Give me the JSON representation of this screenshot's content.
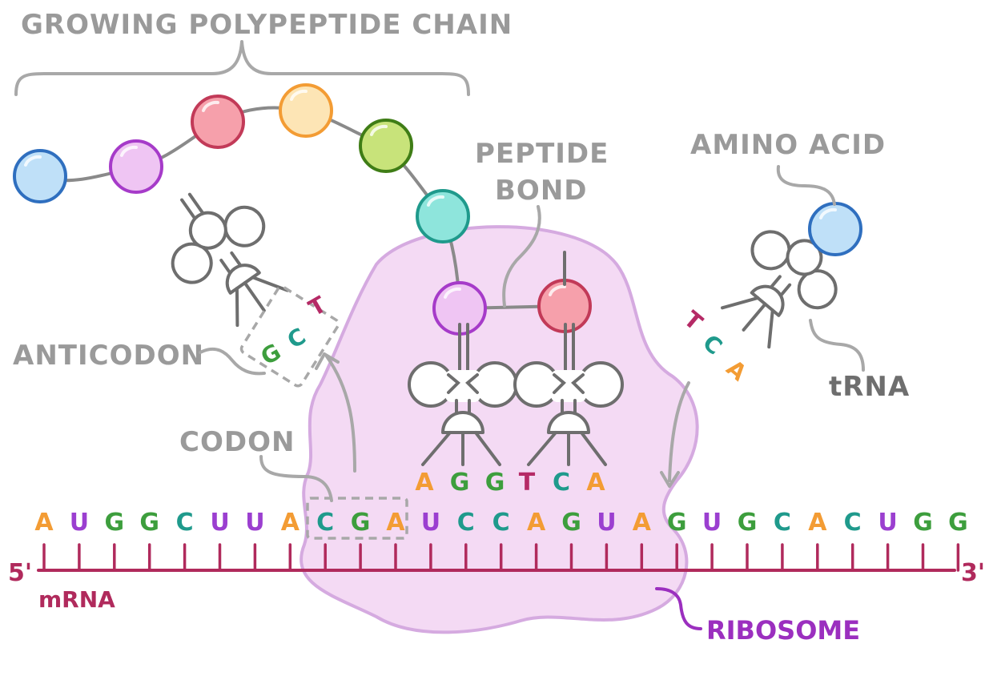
{
  "labels": {
    "chain": "GROWING POLYPEPTIDE CHAIN",
    "peptide_line1": "PEPTIDE",
    "peptide_line2": "BOND",
    "amino_acid": "AMINO ACID",
    "anticodon": "ANTICODON",
    "trna": "tRNA",
    "codon": "CODON",
    "five_prime": "5'",
    "three_prime": "3'",
    "mrna": "mRNA",
    "ribosome": "RIBOSOME"
  },
  "mrna_sequence": [
    "A",
    "U",
    "G",
    "G",
    "C",
    "U",
    "U",
    "A",
    "C",
    "G",
    "A",
    "U",
    "C",
    "C",
    "A",
    "G",
    "U",
    "A",
    "G",
    "U",
    "G",
    "C",
    "A",
    "C",
    "U",
    "G",
    "G"
  ],
  "left_trna_anticodon": [
    "G",
    "C",
    "T"
  ],
  "middle_trna_1_anticodon": [
    "A",
    "G",
    "G"
  ],
  "middle_trna_2_anticodon": [
    "T",
    "C",
    "A"
  ],
  "right_trna_anticodon": [
    "T",
    "C",
    "A"
  ],
  "colors": {
    "A": "#f39c34",
    "U": "#9b3fd0",
    "G": "#3d9e3d",
    "C": "#1f9a8c",
    "T": "#b52a66",
    "label": "#9a9a9a",
    "mrna": "#b02a5c",
    "ribosome_fill": "#f4d9f4",
    "ribosome_stroke": "#d3a6df",
    "ribosome_label": "#9b2fbf",
    "trna": "#6e6e6e"
  },
  "chain_beads": [
    {
      "fill": "#bfe0f8",
      "stroke": "#2f6fbf"
    },
    {
      "fill": "#efc5f3",
      "stroke": "#a63bc9"
    },
    {
      "fill": "#f6a0ab",
      "stroke": "#c23a58"
    },
    {
      "fill": "#fde5b5",
      "stroke": "#f39c34"
    },
    {
      "fill": "#c8e37a",
      "stroke": "#3f7d16"
    },
    {
      "fill": "#8ee5dc",
      "stroke": "#1f9a8c"
    },
    {
      "fill": "#efc5f3",
      "stroke": "#a63bc9"
    },
    {
      "fill": "#f6a0ab",
      "stroke": "#c23a58"
    },
    {
      "fill": "#bfe0f8",
      "stroke": "#2f6fbf"
    }
  ]
}
